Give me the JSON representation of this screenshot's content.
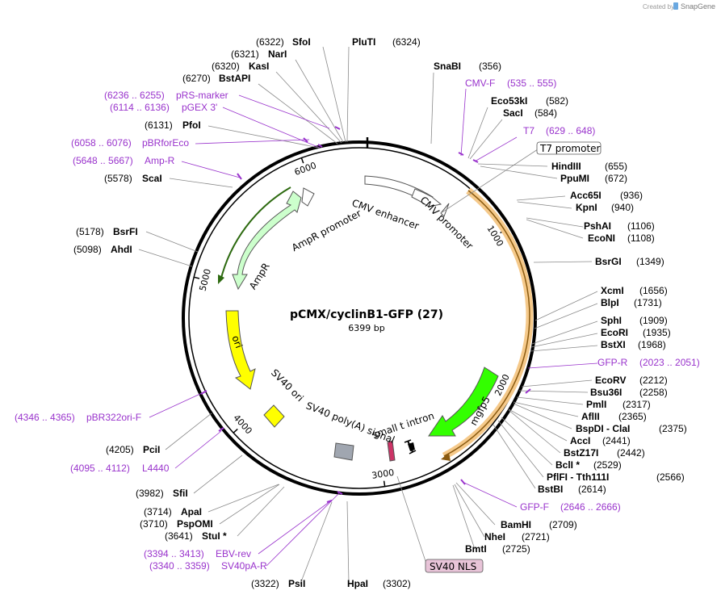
{
  "credit": {
    "created_by": "Created by",
    "brand": "SnapGene"
  },
  "plasmid": {
    "name": "pCMX/cyclinB1-GFP (27)",
    "size_label": "6399 bp",
    "length": 6399
  },
  "ticks": [
    {
      "bp": 1000,
      "label": "1000"
    },
    {
      "bp": 2000,
      "label": "2000"
    },
    {
      "bp": 3000,
      "label": "3000"
    },
    {
      "bp": 4000,
      "label": "4000"
    },
    {
      "bp": 5000,
      "label": "5000"
    },
    {
      "bp": 6000,
      "label": "6000"
    }
  ],
  "sites_right": [
    {
      "name": "SnaBI",
      "pos": "(356)"
    },
    {
      "name": "CMV-F",
      "pos": "(535 .. 555)",
      "primer": true
    },
    {
      "name": "Eco53kI",
      "pos": "(582)"
    },
    {
      "name": "SacI",
      "pos": "(584)"
    },
    {
      "name": "T7",
      "pos": "(629 .. 648)",
      "primer": true
    },
    {
      "name": "T7 promoter",
      "pos": "",
      "boxed": true
    },
    {
      "name": "HindIII",
      "pos": "(655)"
    },
    {
      "name": "PpuMI",
      "pos": "(672)"
    },
    {
      "name": "Acc65I",
      "pos": "(936)"
    },
    {
      "name": "KpnI",
      "pos": "(940)"
    },
    {
      "name": "PshAI",
      "pos": "(1106)"
    },
    {
      "name": "EcoNI",
      "pos": "(1108)"
    },
    {
      "name": "BsrGI",
      "pos": "(1349)"
    },
    {
      "name": "XcmI",
      "pos": "(1656)"
    },
    {
      "name": "BlpI",
      "pos": "(1731)"
    },
    {
      "name": "SphI",
      "pos": "(1909)"
    },
    {
      "name": "EcoRI",
      "pos": "(1935)"
    },
    {
      "name": "BstXI",
      "pos": "(1968)"
    },
    {
      "name": "GFP-R",
      "pos": "(2023 .. 2051)",
      "primer": true
    },
    {
      "name": "EcoRV",
      "pos": "(2212)"
    },
    {
      "name": "Bsu36I",
      "pos": "(2258)"
    },
    {
      "name": "PmlI",
      "pos": "(2317)"
    },
    {
      "name": "AflII",
      "pos": "(2365)"
    },
    {
      "name": "BspDI - ClaI",
      "pos": "(2375)"
    },
    {
      "name": "AccI",
      "pos": "(2441)"
    },
    {
      "name": "BstZ17I",
      "pos": "(2442)"
    },
    {
      "name": "BclI *",
      "pos": "(2529)"
    },
    {
      "name": "PflFI - Tth111I",
      "pos": "(2566)"
    },
    {
      "name": "BstBI",
      "pos": "(2614)"
    },
    {
      "name": "GFP-F",
      "pos": "(2646 .. 2666)",
      "primer": true
    },
    {
      "name": "BamHI",
      "pos": "(2709)"
    },
    {
      "name": "NheI",
      "pos": "(2721)"
    },
    {
      "name": "BmtI",
      "pos": "(2725)"
    },
    {
      "name": "SV40 NLS",
      "pos": "",
      "boxed": true
    }
  ],
  "sites_left": [
    {
      "name": "SfoI",
      "pos": "(6322)"
    },
    {
      "name": "PluTI",
      "pos": "(6324)"
    },
    {
      "name": "NarI",
      "pos": "(6321)"
    },
    {
      "name": "KasI",
      "pos": "(6320)"
    },
    {
      "name": "BstAPI",
      "pos": "(6270)"
    },
    {
      "name": "pRS-marker",
      "pos": "(6236 .. 6255)",
      "primer": true
    },
    {
      "name": "pGEX 3'",
      "pos": "(6114 .. 6136)",
      "primer": true
    },
    {
      "name": "PfoI",
      "pos": "(6131)"
    },
    {
      "name": "pBRforEco",
      "pos": "(6058 .. 6076)",
      "primer": true
    },
    {
      "name": "Amp-R",
      "pos": "(5648 .. 5667)",
      "primer": true
    },
    {
      "name": "ScaI",
      "pos": "(5578)"
    },
    {
      "name": "BsrFI",
      "pos": "(5178)"
    },
    {
      "name": "AhdI",
      "pos": "(5098)"
    },
    {
      "name": "pBR322ori-F",
      "pos": "(4346 .. 4365)",
      "primer": true
    },
    {
      "name": "PciI",
      "pos": "(4205)"
    },
    {
      "name": "L4440",
      "pos": "(4095 .. 4112)",
      "primer": true
    },
    {
      "name": "SfiI",
      "pos": "(3982)"
    },
    {
      "name": "ApaI",
      "pos": "(3714)"
    },
    {
      "name": "PspOMI",
      "pos": "(3710)"
    },
    {
      "name": "StuI *",
      "pos": "(3641)"
    },
    {
      "name": "EBV-rev",
      "pos": "(3394 .. 3413)",
      "primer": true
    },
    {
      "name": "SV40pA-R",
      "pos": "(3340 .. 3359)",
      "primer": true
    },
    {
      "name": "PsiI",
      "pos": "(3322)"
    },
    {
      "name": "HpaI",
      "pos": "(3302)"
    }
  ],
  "features": {
    "cmv_enhancer": "CMV enhancer",
    "cmv_promoter": "CMV promoter",
    "ampr_promoter": "AmpR promoter",
    "ampr": "AmpR",
    "ori": "ori",
    "sv40_ori": "SV40 ori",
    "sv40_polya": "SV40 poly(A) signal",
    "small_t_intron": "small t intron",
    "mgfp5": "mgfp5"
  },
  "colors": {
    "primer": "#9933cc",
    "ampr": "#ccffcc",
    "ori": "#ffff00",
    "sv40_ori": "#ffff00",
    "mgfp5": "#33ff00",
    "polya": "#a0a6b0",
    "cyclin_arc": "#f5c98a",
    "nls_box": "#e8c4d8"
  }
}
